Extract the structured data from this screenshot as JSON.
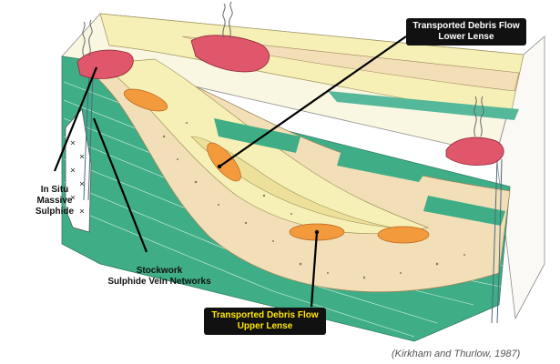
{
  "labels": {
    "in_situ": [
      "In Situ",
      "Massive Sulphide"
    ],
    "stockwork": [
      "Stockwork",
      "Sulphide Vein Networks"
    ],
    "lower_lens": [
      "Transported Debris Flow",
      "Lower Lense"
    ],
    "upper_lens": [
      "Transported Debris Flow",
      "Upper Lense"
    ]
  },
  "citation": "(Kirkham and Thurlow, 1987)",
  "colors": {
    "highlight_text_lower": "#ffffff",
    "highlight_text_upper": "#ffe600",
    "box_background": "#111111",
    "massive_sulphide": "#e0566b",
    "debris_lens": "#f39a3c",
    "green_strata": "#3fae86",
    "sediment_tan": "#f2dfb8",
    "sediment_yellow": "#f7f0b6"
  },
  "icons": [
    "smoke-plume-icon"
  ]
}
